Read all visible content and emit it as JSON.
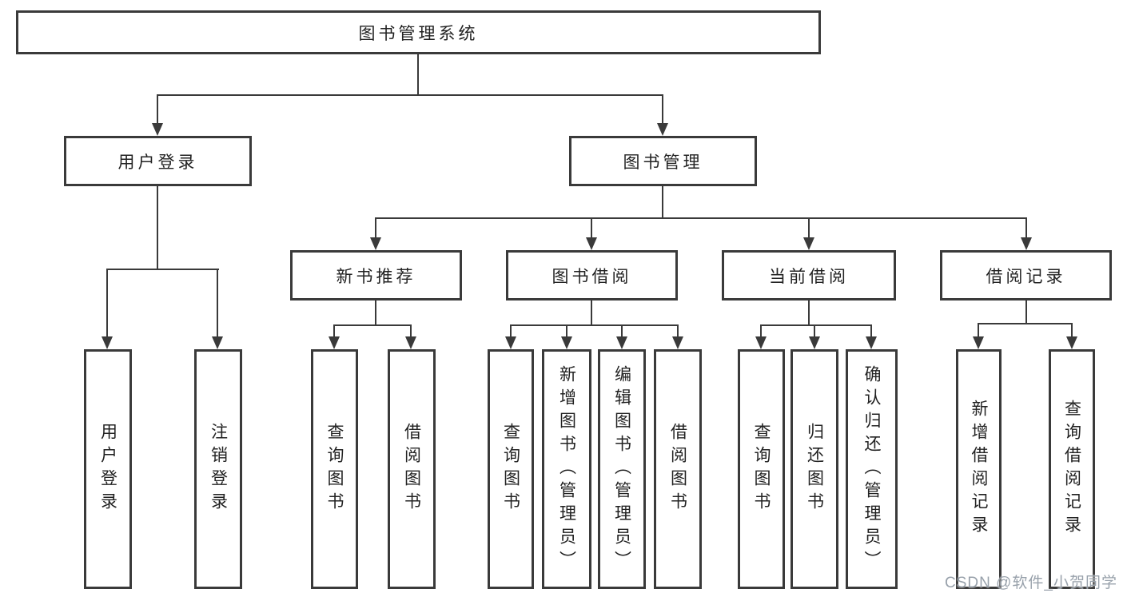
{
  "diagram": {
    "root": "图书管理系统",
    "level2": {
      "user_login": "用户登录",
      "book_mgmt": "图书管理"
    },
    "level3": {
      "new_book_rec": "新书推荐",
      "book_borrowing": "图书借阅",
      "current_borrowing": "当前借阅",
      "borrowing_records": "借阅记录"
    },
    "leaves": {
      "user_login_children": [
        "用户登录",
        "注销登录"
      ],
      "new_book_rec_children": [
        "查询图书",
        "借阅图书"
      ],
      "book_borrowing_children": [
        "查询图书",
        "新增图书（管理员）",
        "编辑图书（管理员）",
        "借阅图书"
      ],
      "current_borrowing_children": [
        "查询图书",
        "归还图书",
        "确认归还（管理员）"
      ],
      "borrowing_records_children": [
        "新增借阅记录",
        "查询借阅记录"
      ]
    },
    "colors": {
      "line": "#3a3a3a",
      "text": "#222222",
      "watermark": "#98a1ab"
    },
    "watermark": "CSDN @软件_小贺同学"
  }
}
